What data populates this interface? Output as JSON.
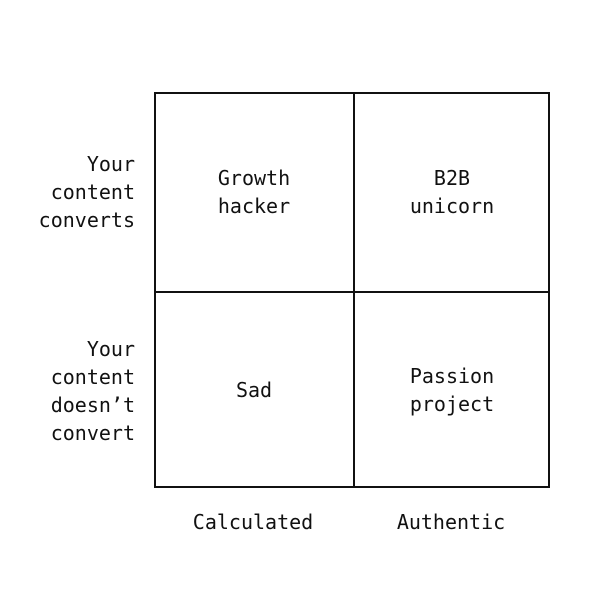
{
  "matrix": {
    "rows": [
      {
        "label": "Your\ncontent\nconverts"
      },
      {
        "label": "Your\ncontent\ndoesn’t\nconvert"
      }
    ],
    "columns": [
      {
        "label": "Calculated"
      },
      {
        "label": "Authentic"
      }
    ],
    "cells": {
      "top_left": "Growth\nhacker",
      "top_right": "B2B\nunicorn",
      "bottom_left": "Sad",
      "bottom_right": "Passion\nproject"
    }
  }
}
